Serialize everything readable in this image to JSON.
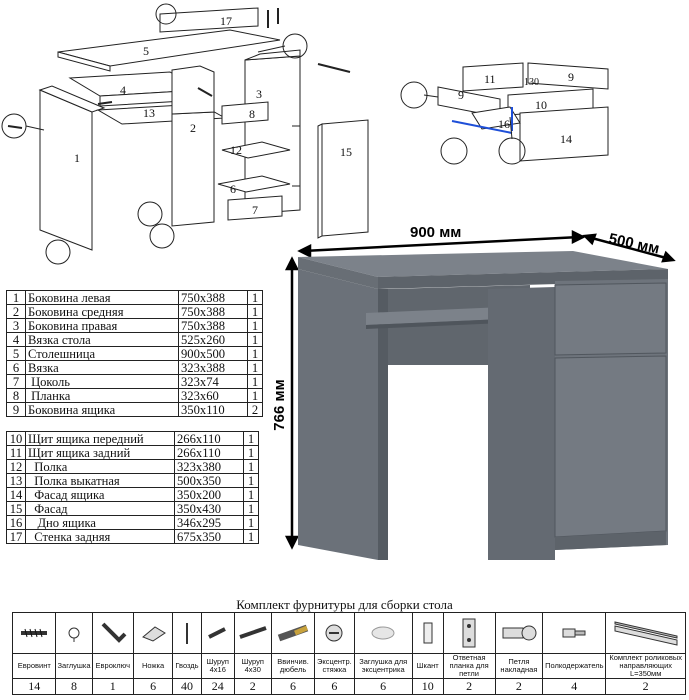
{
  "assembly_labels": {
    "n1": "1",
    "n2": "2",
    "n3": "3",
    "n4": "4",
    "n5": "5",
    "n6": "6",
    "n7": "7",
    "n8": "8",
    "n12": "12",
    "n13": "13",
    "n15": "15",
    "n17": "17"
  },
  "drawer_labels": {
    "n9a": "9",
    "n9b": "9",
    "n10": "10",
    "n11": "11",
    "n14": "14",
    "n16": "16",
    "n130": "130"
  },
  "dimensions": {
    "width": "900 мм",
    "depth": "500 мм",
    "height": "766 мм"
  },
  "parts": [
    {
      "n": "1",
      "name": "Боковина левая",
      "size": "750x388",
      "qty": "1"
    },
    {
      "n": "2",
      "name": "Боковина средняя",
      "size": "750x388",
      "qty": "1"
    },
    {
      "n": "3",
      "name": "Боковина правая",
      "size": "750x388",
      "qty": "1"
    },
    {
      "n": "4",
      "name": "Вязка стола",
      "size": "525x260",
      "qty": "1"
    },
    {
      "n": "5",
      "name": "Столешница",
      "size": "900x500",
      "qty": "1"
    },
    {
      "n": "6",
      "name": "Вязка",
      "size": "323x388",
      "qty": "1"
    },
    {
      "n": "7",
      "name": " Цоколь",
      "size": "323x74",
      "qty": "1"
    },
    {
      "n": "8",
      "name": " Планка",
      "size": "323x60",
      "qty": "1"
    },
    {
      "n": "9",
      "name": "Боковина ящика",
      "size": "350x110",
      "qty": "2"
    },
    {
      "n": "10",
      "name": "Щит ящика передний",
      "size": "266x110",
      "qty": "1"
    },
    {
      "n": "11",
      "name": "Щит ящика задний",
      "size": "266x110",
      "qty": "1"
    },
    {
      "n": "12",
      "name": "  Полка",
      "size": "323x380",
      "qty": "1"
    },
    {
      "n": "13",
      "name": "  Полка выкатная",
      "size": "500x350",
      "qty": "1"
    },
    {
      "n": "14",
      "name": "  Фасад ящика",
      "size": "350x200",
      "qty": "1"
    },
    {
      "n": "15",
      "name": "  Фасад",
      "size": "350x430",
      "qty": "1"
    },
    {
      "n": "16",
      "name": "   Дно ящика",
      "size": "346x295",
      "qty": "1"
    },
    {
      "n": "17",
      "name": "  Стенка задняя",
      "size": "675x350",
      "qty": "1"
    }
  ],
  "hardware_title": "Комплект фурнитуры для сборки стола",
  "hardware": [
    {
      "label": "Евровинт",
      "count": "14",
      "icon": "eurovint-screw-icon"
    },
    {
      "label": "Заглушка",
      "count": "8",
      "icon": "cap-icon"
    },
    {
      "label": "Евроключ",
      "count": "1",
      "icon": "hex-key-icon"
    },
    {
      "label": "Ножка",
      "count": "6",
      "icon": "foot-pad-icon"
    },
    {
      "label": "Гвоздь",
      "count": "40",
      "icon": "nail-icon"
    },
    {
      "label": "Шуруп 4x16",
      "count": "24",
      "icon": "short-screw-icon"
    },
    {
      "label": "Шуруп 4x30",
      "count": "2",
      "icon": "long-screw-icon"
    },
    {
      "label": "Ввинчив. дюбель",
      "count": "6",
      "icon": "dowel-icon"
    },
    {
      "label": "Эксцентр. стяжка",
      "count": "6",
      "icon": "cam-lock-icon"
    },
    {
      "label": "Заглушка для эксцентрика",
      "count": "6",
      "icon": "cam-cap-icon"
    },
    {
      "label": "Шкант",
      "count": "10",
      "icon": "wood-dowel-icon"
    },
    {
      "label": "Ответная планка для петли",
      "count": "2",
      "icon": "hinge-plate-icon"
    },
    {
      "label": "Петля накладная",
      "count": "2",
      "icon": "hinge-icon"
    },
    {
      "label": "Полкодержатель",
      "count": "4",
      "icon": "shelf-pin-icon"
    },
    {
      "label": "Комплект роликовых направляющих L=350мм",
      "count": "2",
      "icon": "drawer-slide-icon"
    }
  ],
  "colors": {
    "desk": "#6b7179",
    "desk_dark": "#555b62",
    "desk_light": "#7c828a",
    "line": "#222222",
    "accent_blue": "#1e4fd8"
  }
}
